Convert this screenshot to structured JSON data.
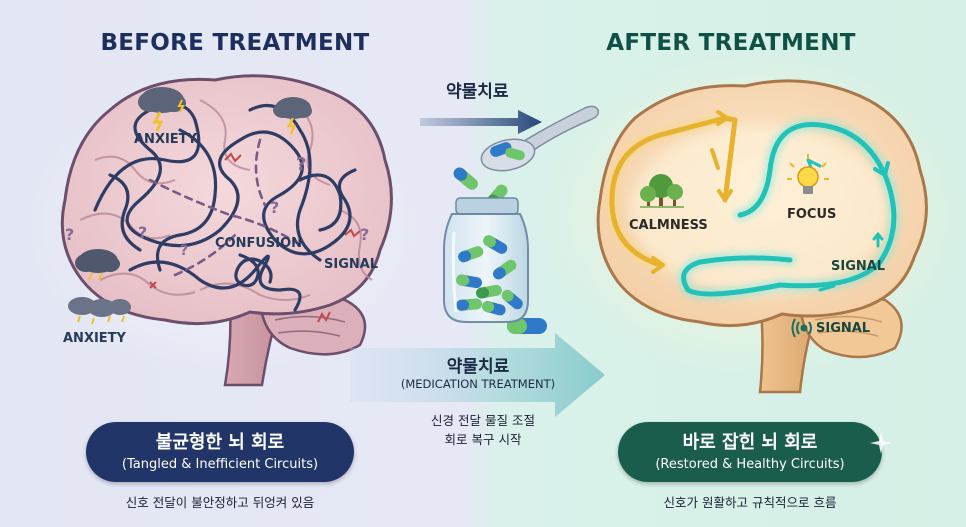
{
  "left": {
    "title": "BEFORE TREATMENT",
    "labels": {
      "anxiety_top": "ANXIETY",
      "confusion": "CONFUSION",
      "signal": "SIGNAL",
      "anxiety_bottom": "ANXIETY"
    },
    "pill": {
      "ko": "불균형한 뇌 회로",
      "en": "(Tangled & Inefficient Circuits)"
    },
    "caption": "신호 전달이 불안정하고 뒤엉켜 있음"
  },
  "middle": {
    "top_arrow_label": "약물치료",
    "arrow_label_ko": "약물치료",
    "arrow_label_en": "(MEDICATION TREATMENT)",
    "note_line1": "신경 전달 물질 조절",
    "note_line2": "회로 복구 시작"
  },
  "right": {
    "title": "AFTER TREATMENT",
    "labels": {
      "calmness": "CALMNESS",
      "focus": "FOCUS",
      "signal_1": "SIGNAL",
      "signal_2": "SIGNAL"
    },
    "pill": {
      "ko": "바로 잡힌 뇌 회로",
      "en": "(Restored & Healthy Circuits)"
    },
    "caption": "신호가 원활하고 규칙적으로 흐름"
  },
  "colors": {
    "left_title": "#1c2f5e",
    "right_title": "#0f5144",
    "left_pill": "#223569",
    "right_pill": "#1b5d4c",
    "calm_path": "#e7b22e",
    "focus_path": "#23c2b9",
    "capsule_blue": "#2f79c8",
    "capsule_green": "#6fc56b"
  },
  "icons": [
    "storm-cloud-icon",
    "lightning-icon",
    "question-mark-icon",
    "tree-icon",
    "light-bulb-icon",
    "signal-wave-icon",
    "spoon-icon",
    "pill-bottle-icon",
    "capsule-icon"
  ]
}
